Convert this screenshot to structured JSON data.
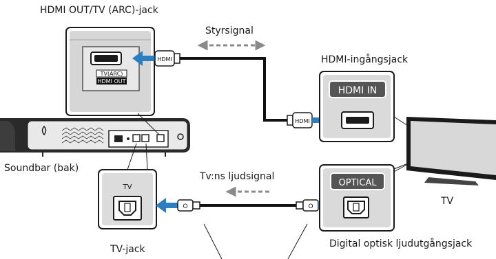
{
  "labels": {
    "hdmi_out_jack": "HDMI OUT/TV (ARC)-jack",
    "control_signal": "Styrsignal",
    "hdmi_input_jack": "HDMI-ingångsjack",
    "soundbar_back": "Soundbar (bak)",
    "tv_audio_signal": "Tv:ns ljudsignal",
    "tv": "TV",
    "tv_jack": "TV-jack",
    "digital_optical_out_jack": "Digital optisk ljudutgångsjack"
  },
  "port_text": {
    "tv_arc": "TV(ARC)",
    "hdmi_out": "HDMI OUT",
    "hdmi_in": "HDMI IN",
    "optical": "OPTICAL",
    "tv_small": "TV",
    "hdmi_plug": "HDMI",
    "optical_plug": "O"
  },
  "colors": {
    "arrow_blue": "#2b7fc0",
    "panel_grey": "#dcdcdc",
    "outline": "#1a1a1a",
    "dashed_grey": "#8a8a8a",
    "cable": "#111111",
    "label_black": "#111111"
  }
}
